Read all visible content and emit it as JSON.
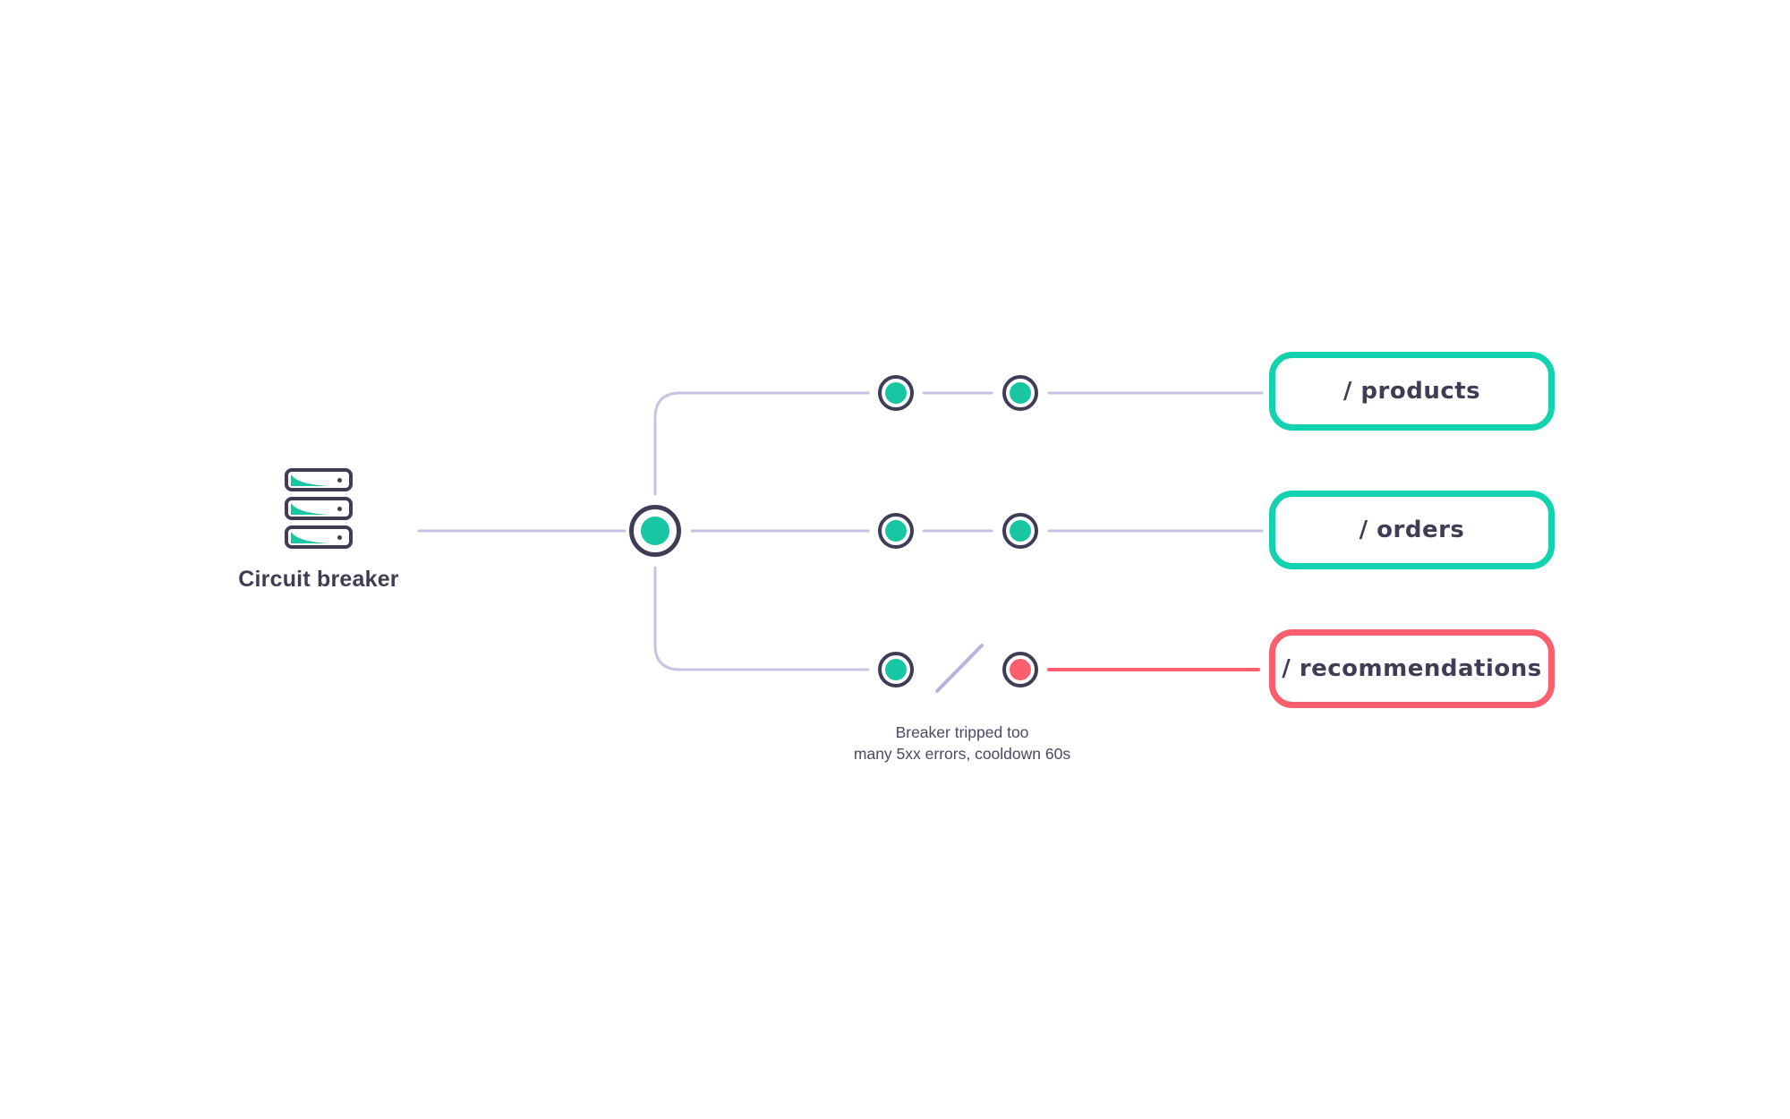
{
  "diagram": {
    "source": {
      "label": "Circuit breaker",
      "icon": "server-stack-icon"
    },
    "hub_node": {
      "state": "closed"
    },
    "routes": [
      {
        "label": "/ products",
        "state": "closed",
        "breakers": [
          "closed",
          "closed"
        ]
      },
      {
        "label": "/ orders",
        "state": "closed",
        "breakers": [
          "closed",
          "closed"
        ]
      },
      {
        "label": "/ recommendations",
        "state": "open",
        "breakers": [
          "closed",
          "open"
        ]
      }
    ],
    "annotation": {
      "line1": "Breaker tripped too",
      "line2": "many 5xx errors, cooldown 60s"
    }
  },
  "colors": {
    "navy": "#3F3D56",
    "teal": "#17C6A2",
    "teal-border": "#12D2B0",
    "red": "#F95F6D",
    "lavender": "#C6C3E4",
    "slash": "#B7B2E0",
    "caption": "#4B4964",
    "background": "#FFFFFF"
  }
}
